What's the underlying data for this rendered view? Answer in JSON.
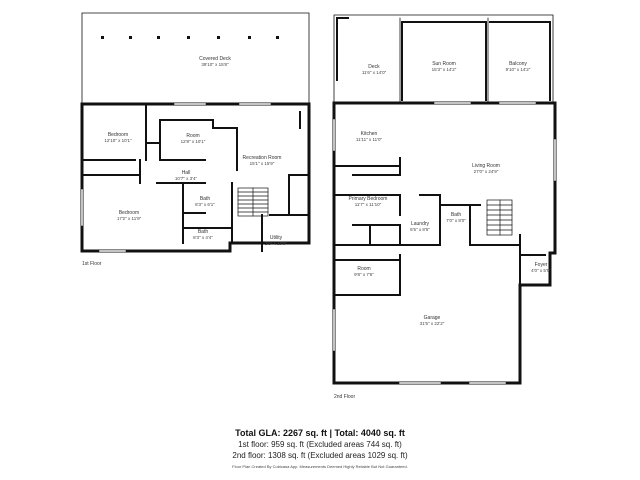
{
  "rooms_1st": [
    {
      "id": "covered-deck",
      "name": "Covered Deck",
      "dims": "39'10\" x 15'8\""
    },
    {
      "id": "bedroom-1",
      "name": "Bedroom",
      "dims": "12'10\" x 10'1\""
    },
    {
      "id": "room-1",
      "name": "Room",
      "dims": "12'8\" x 10'1\""
    },
    {
      "id": "recreation-room",
      "name": "Recreation Room",
      "dims": "15'1\" x 15'9\""
    },
    {
      "id": "hall",
      "name": "Hall",
      "dims": "10'7\" x 3'4\""
    },
    {
      "id": "bedroom-2",
      "name": "Bedroom",
      "dims": "17'2\" x 11'9\""
    },
    {
      "id": "bath-1",
      "name": "Bath",
      "dims": "8'3\" x 6'1\""
    },
    {
      "id": "bath-2",
      "name": "Bath",
      "dims": "8'3\" x 4'4\""
    },
    {
      "id": "utility",
      "name": "Utility",
      "dims": "2'5\" x 10'9\""
    }
  ],
  "rooms_2nd": [
    {
      "id": "deck",
      "name": "Deck",
      "dims": "11'6\" x 14'0\""
    },
    {
      "id": "sun-room",
      "name": "Sun Room",
      "dims": "15'3\" x 14'2\""
    },
    {
      "id": "balcony",
      "name": "Balcony",
      "dims": "9'10\" x 14'2\""
    },
    {
      "id": "kitchen",
      "name": "Kitchen",
      "dims": "11'11\" x 11'0\""
    },
    {
      "id": "living-room",
      "name": "Living Room",
      "dims": "27'0\" x 24'9\""
    },
    {
      "id": "primary-bedroom",
      "name": "Primary Bedroom",
      "dims": "11'7\" x 11'10\""
    },
    {
      "id": "laundry",
      "name": "Laundry",
      "dims": "6'5\" x 8'5\""
    },
    {
      "id": "bath-3",
      "name": "Bath",
      "dims": "7'0\" x 8'0\""
    },
    {
      "id": "foyer",
      "name": "Foyer",
      "dims": "4'0\" x 5'9\""
    },
    {
      "id": "room-2",
      "name": "Room",
      "dims": "9'8\" x 7'6\""
    },
    {
      "id": "garage",
      "name": "Garage",
      "dims": "31'5\" x 22'2\""
    }
  ],
  "floors": {
    "first": "1st Floor",
    "second": "2nd Floor"
  },
  "summary": {
    "total": "Total GLA: 2267 sq. ft | Total: 4040 sq. ft",
    "first": "1st floor: 959 sq. ft (Excluded areas 744 sq. ft)",
    "second": "2nd floor: 1308 sq. ft (Excluded areas 1029 sq. ft)"
  },
  "footer": "Floor Plan Created By Cubicasa App. Measurements Deemed Highly Reliable But Not Guaranteed."
}
